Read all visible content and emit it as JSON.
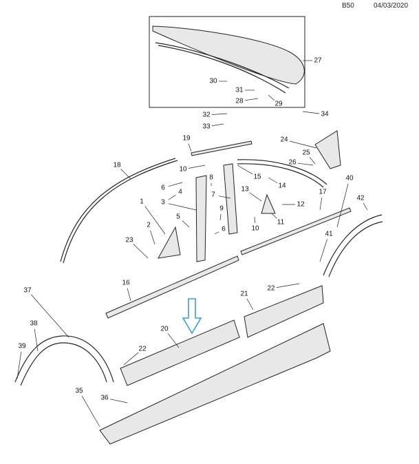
{
  "header": {
    "code": "B50",
    "date": "04/03/2020"
  },
  "callouts": [
    "27",
    "30",
    "31",
    "28",
    "29",
    "32",
    "33",
    "34",
    "19",
    "24",
    "25",
    "26",
    "18",
    "10",
    "8",
    "15",
    "40",
    "6",
    "4",
    "7",
    "13",
    "14",
    "17",
    "42",
    "1",
    "3",
    "9",
    "12",
    "2",
    "5",
    "6",
    "10",
    "11",
    "41",
    "23",
    "16",
    "22",
    "21",
    "37",
    "38",
    "39",
    "20",
    "22",
    "35",
    "36"
  ],
  "colors": {
    "arrow": "#3a9fd0",
    "line": "#222222"
  }
}
